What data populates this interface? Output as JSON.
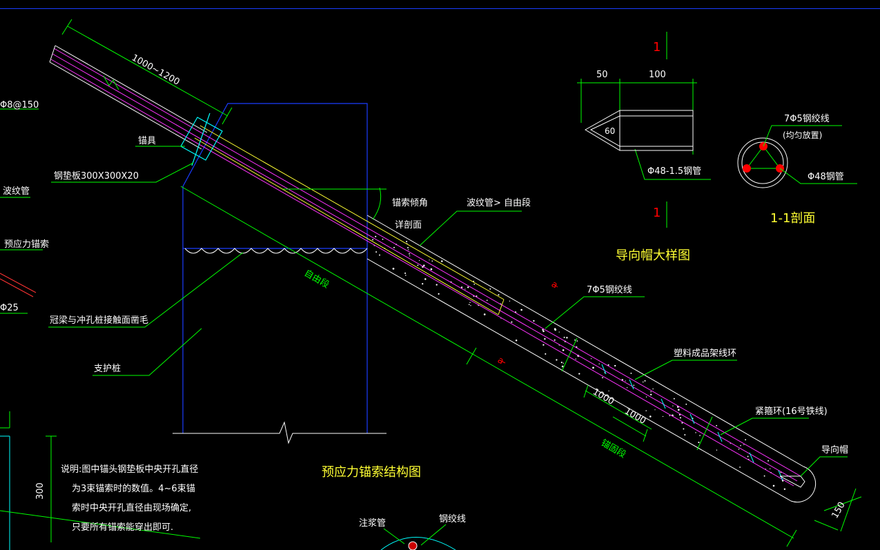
{
  "colors": {
    "background": "#000000",
    "dimension": "#00ff00",
    "outline": "#ffffff",
    "structure": "#1a3dff",
    "tendon": "#ff33ff",
    "text_white": "#ffffff",
    "title": "#ffff33",
    "marker": "#ff0000",
    "cyan": "#00ffff"
  },
  "main": {
    "title": "预应力锚索结构图",
    "dim_head": "1000~1200",
    "label_phi8": "Φ8@150",
    "label_anchorage": "锚具",
    "label_plate": "钢垫板300X300X20",
    "label_corrugated_left": "波纹管",
    "label_prestress": "预应力锚索",
    "label_phi25": "Φ25",
    "label_roughen": "冠梁与冲孔桩接触面凿毛",
    "label_support": "支护桩",
    "label_angle": "锚索倾角",
    "label_section": "详剖面",
    "label_corrugated_free": "波纹管> 自由段",
    "label_free": "自由段",
    "label_strand": "7Φ5钢绞线",
    "label_a1": "a",
    "label_a2": "a",
    "label_spacer": "塑料成品架线环",
    "dim_1000_a": "1000",
    "dim_1000_b": "1000",
    "label_tie": "紧箍环(16号铁线)",
    "label_guide": "导向帽",
    "label_anchor_seg": "锚固段",
    "dim_150": "150",
    "label_grout": "注浆管",
    "label_strand_bottom": "钢绞线",
    "dim_300": "300"
  },
  "note": {
    "line1": "说明:图中锚头钢垫板中央开孔直径",
    "line2": "为3束锚索时的数值。4~6束锚",
    "line3": "索时中央开孔直径由现场确定,",
    "line4": "只要所有锚索能穿出即可."
  },
  "guide_cap": {
    "title": "导向帽大样图",
    "cut_mark_top": "1",
    "cut_mark_bottom": "1",
    "dim_50": "50",
    "dim_100": "100",
    "angle": "60",
    "pipe_label": "Φ48-1.5钢管"
  },
  "section": {
    "title": "1-1剖面",
    "strand_label": "7Φ5钢绞线",
    "strand_note": "(均匀放置)",
    "pipe_label": "Φ48钢管"
  }
}
